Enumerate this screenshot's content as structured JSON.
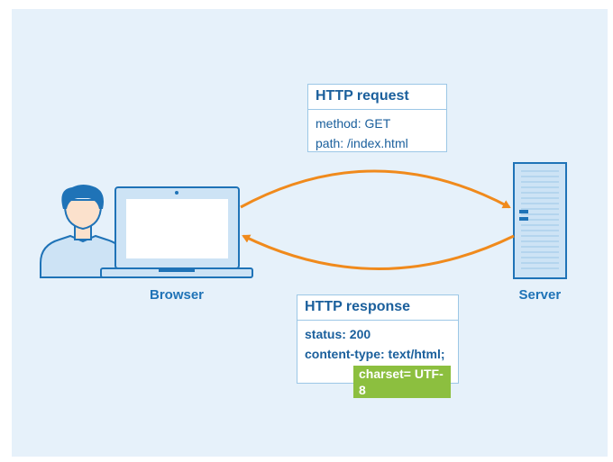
{
  "actors": {
    "browser_label": "Browser",
    "server_label": "Server"
  },
  "request": {
    "title": "HTTP request",
    "lines": [
      "method: GET",
      "path: /index.html"
    ]
  },
  "response": {
    "title": "HTTP response",
    "lines": [
      "status: 200",
      "content-type: text/html;"
    ],
    "highlight": "charset= UTF-8"
  },
  "colors": {
    "background": "#e6f1fa",
    "accent_blue": "#1f73b7",
    "arrow_orange": "#f08a1c",
    "highlight_green": "#8cbf3f"
  }
}
